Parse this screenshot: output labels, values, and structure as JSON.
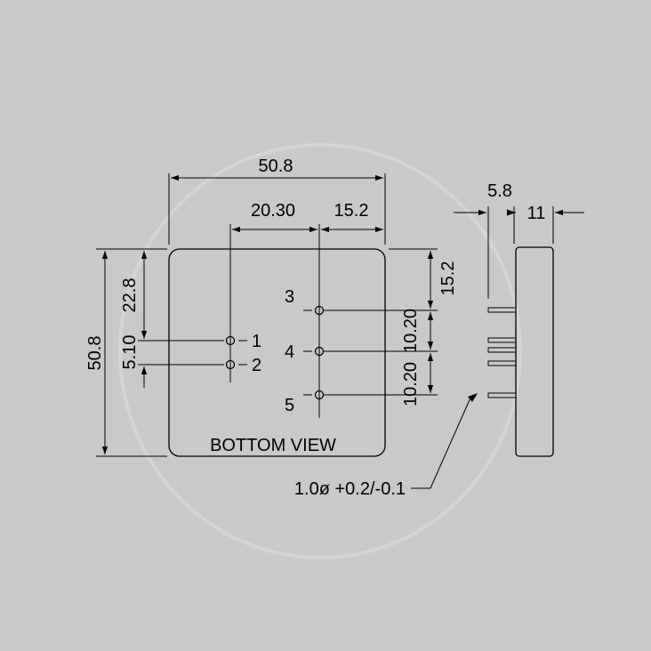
{
  "colors": {
    "background": "#c9c9c9",
    "line": "#000000",
    "body": "#c9c9c9"
  },
  "dimensions": {
    "overall_width": "50.8",
    "overall_height": "50.8",
    "pin_offset_x": "20.30",
    "pin_spacing_x": "15.2",
    "pin_offset_y": "22.8",
    "pin_spacing_small": "5.10",
    "top_to_pin3": "15.2",
    "pin3_to_pin4": "10.20",
    "pin4_to_pin5": "10.20",
    "pin_length": "5.8",
    "body_thickness": "11"
  },
  "pins": {
    "p1": "1",
    "p2": "2",
    "p3": "3",
    "p4": "4",
    "p5": "5"
  },
  "labels": {
    "bottom_view": "BOTTOM VIEW",
    "pin_diameter": "1.0ø +0.2/-0.1"
  }
}
